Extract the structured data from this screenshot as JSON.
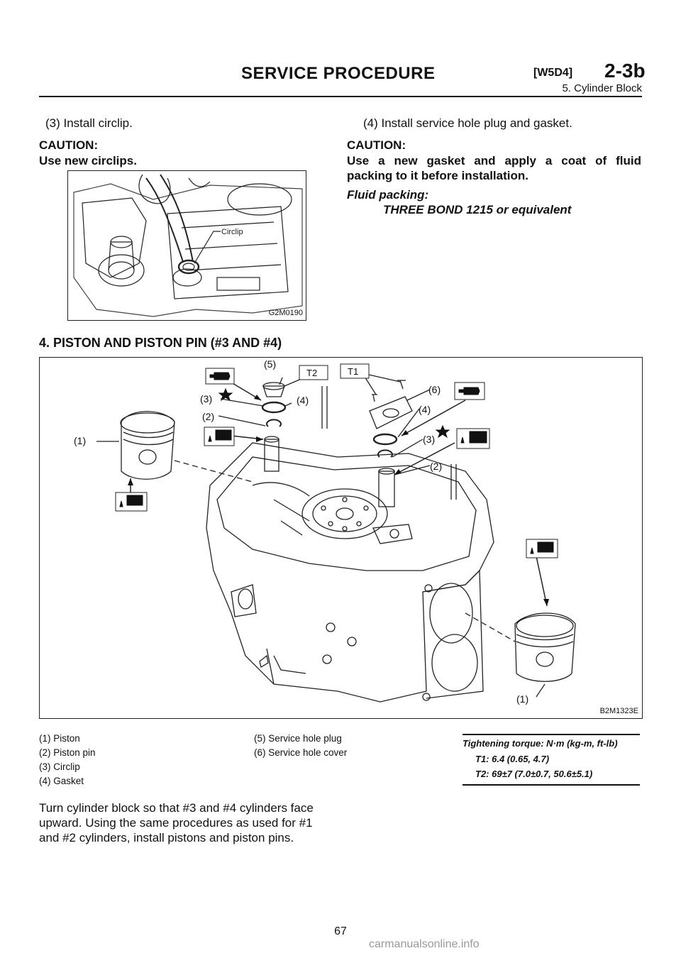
{
  "header": {
    "title": "SERVICE PROCEDURE",
    "code": "[W5D4]",
    "section": "2-3b",
    "subtitle": "5. Cylinder Block"
  },
  "left_column": {
    "step": "(3) Install circlip.",
    "caution_label": "CAUTION:",
    "caution_text": "Use new circlips.",
    "figure": {
      "label": "Circlip",
      "id": "G2M0190"
    }
  },
  "right_column": {
    "step": "(4) Install service hole plug and gasket.",
    "caution_label": "CAUTION:",
    "caution_line1": "Use a new gasket and apply a coat of fluid",
    "caution_line2": "packing to it before installation.",
    "fluid_label": "Fluid packing:",
    "fluid_value": "THREE BOND 1215 or equivalent"
  },
  "section": {
    "title": "4. PISTON AND PISTON PIN (#3 AND #4)"
  },
  "diagram": {
    "id": "B2M1323E",
    "callouts": {
      "c1": "(1)",
      "c2": "(2)",
      "c3": "(3)",
      "c4": "(4)",
      "c5": "(5)",
      "c6": "(6)",
      "t1": "T1",
      "t2": "T2"
    }
  },
  "legend": {
    "items": [
      "(1)   Piston",
      "(2)   Piston pin",
      "(3)   Circlip",
      "(4)   Gasket",
      "(5)   Service hole plug",
      "(6)   Service hole cover"
    ]
  },
  "torque": {
    "heading": "Tightening torque: N·m (kg-m, ft-lb)",
    "t1": "T1: 6.4 (0.65, 4.7)",
    "t2": "T2: 69±7 (7.0±0.7, 50.6±5.1)"
  },
  "body_text": {
    "line1": "Turn cylinder block so that #3 and #4 cylinders face",
    "line2": "upward. Using the same procedures as used for #1",
    "line3": "and #2 cylinders, install pistons and piston pins."
  },
  "page_number": "67",
  "watermark": "carmanualsonline.info"
}
